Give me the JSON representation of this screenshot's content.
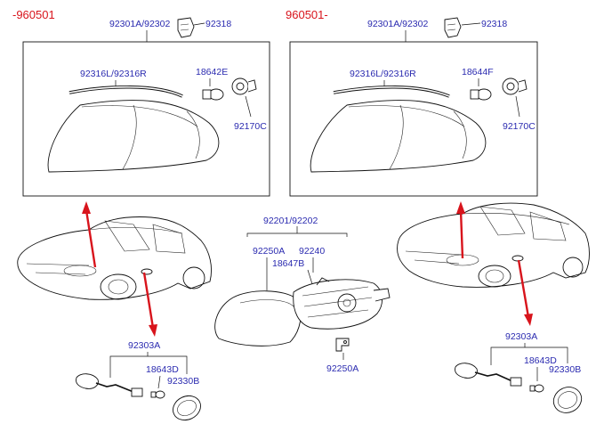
{
  "left_panel": {
    "range": "-960501",
    "labels": {
      "assembly": "92301A/92302",
      "socket": "92318",
      "lens": "92316L/92316R",
      "bulb": "18642E",
      "holder": "92170C"
    }
  },
  "right_panel": {
    "range": "960501-",
    "labels": {
      "assembly": "92301A/92302",
      "socket": "92318",
      "lens": "92316L/92316R",
      "bulb": "18644F",
      "holder": "92170C"
    }
  },
  "center": {
    "labels": {
      "headlamp": "92201/92202",
      "bracket_a": "92250A",
      "adjuster": "92240",
      "bulb": "18647B",
      "bracket_b": "92250A"
    }
  },
  "side_left": {
    "labels": {
      "assembly": "92303A",
      "bulb": "18643D",
      "lens": "92330B"
    }
  },
  "side_right": {
    "labels": {
      "assembly": "92303A",
      "bulb": "18643D",
      "lens": "92330B"
    }
  },
  "colors": {
    "label": "#2b2bb0",
    "header": "#d8141c",
    "pointer": "#d8141c",
    "line": "#111111"
  }
}
